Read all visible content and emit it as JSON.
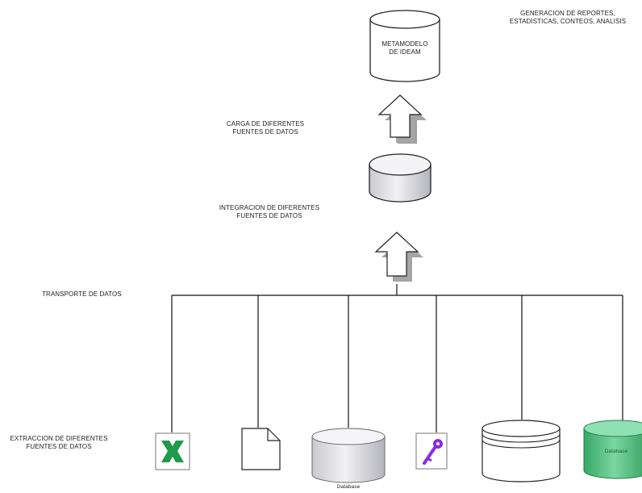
{
  "labels": {
    "reports": [
      "GENERACION DE REPORTES,",
      "ESTADISTICAS, CONTEOS, ANALISIS"
    ],
    "metamodel": [
      "METAMODELO",
      "DE IDEAM"
    ],
    "load": [
      "CARGA DE DIFERENTES",
      "FUENTES DE DATOS"
    ],
    "integration": [
      "INTEGRACION DE DIFERENTES",
      "FUENTES DE DATOS"
    ],
    "transport": "TRANSPORTE DE DATOS",
    "extraction": [
      "EXTRACCION DE DIFERENTES",
      "FUENTES DE DATOS"
    ],
    "database_caption": "Database",
    "green_db_caption": "Database"
  },
  "sources": [
    {
      "icon": "excel-file-icon"
    },
    {
      "icon": "document-icon"
    },
    {
      "icon": "database-icon"
    },
    {
      "icon": "key-file-icon"
    },
    {
      "icon": "table-stack-icon"
    },
    {
      "icon": "green-database-icon"
    }
  ],
  "colors": {
    "line": "#111111",
    "excel_green": "#1e9a4a",
    "key_purple": "#8a2be2",
    "db_green": "#4fbf7f"
  }
}
